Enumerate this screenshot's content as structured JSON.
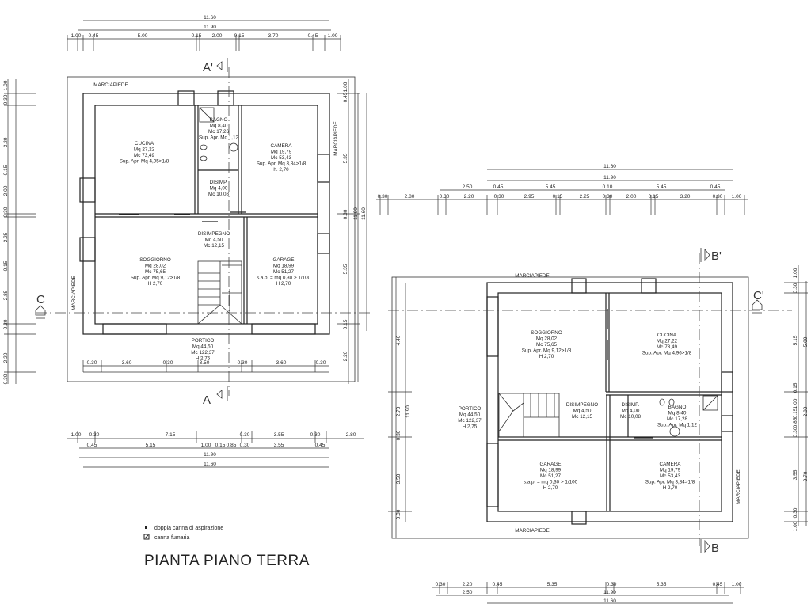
{
  "title": "PIANTA PIANO TERRA",
  "legend": [
    {
      "icon": "dot-icon",
      "label": "doppia canna di aspirazione"
    },
    {
      "icon": "square-flue-icon",
      "label": "canna fumaria"
    }
  ],
  "sections": {
    "a_top": "A'",
    "a_bottom": "A",
    "b_top": "B'",
    "b_bottom": "B",
    "c_left": "C",
    "c_right": "C'"
  },
  "left_plan": {
    "rooms": [
      {
        "id": "cucina",
        "lines": [
          "CUCINA",
          "Mq 27,22",
          "Mc 73,49",
          "Sup. Apr. Mq 4,95>1/8"
        ]
      },
      {
        "id": "bagno",
        "lines": [
          "BAGNO",
          "Mq 8,40",
          "Mc 17,26",
          "Sup. Apr. Mq 1,12"
        ]
      },
      {
        "id": "camera",
        "lines": [
          "CAMERA",
          "Mq 19,79",
          "Mc 53,43",
          "Sup. Apr. Mq 3,84>1/8",
          "h. 2,70"
        ]
      },
      {
        "id": "disimp",
        "lines": [
          "DISIMP.",
          "Mq 4,00",
          "Mc 10,08"
        ]
      },
      {
        "id": "disimpegno",
        "lines": [
          "DISIMPEGNO",
          "Mq 4,50",
          "Mc 12,15"
        ]
      },
      {
        "id": "soggiorno",
        "lines": [
          "SOGGIORNO",
          "Mq 28,02",
          "Mc 75,65",
          "Sup. Apr. Mq 9,12>1/8",
          "H 2,70"
        ]
      },
      {
        "id": "garage",
        "lines": [
          "GARAGE",
          "Mq 18,99",
          "Mc 51,27",
          "s.a.p. = mq 0,30 > 1/100",
          "H 2,70"
        ]
      },
      {
        "id": "portico",
        "lines": [
          "PORTICO",
          "Mq 44,50",
          "Mc 122,37",
          "H 2,75"
        ]
      }
    ],
    "marciapiede": "MARCIAPIEDE",
    "dims_top": [
      "11.60",
      "11.90",
      "1.00",
      "0.45",
      "5.00",
      "0.15",
      "2.00",
      "0.15",
      "3.70",
      "0.45",
      "1.00"
    ],
    "dims_left": [
      "1.00",
      "0.30",
      "3.20",
      "0.15",
      "2.00",
      "0.30",
      "2.25",
      "0.15",
      "2.85",
      "0.30",
      "2.20",
      "0.30"
    ],
    "dims_right": [
      "1.00",
      "0.45",
      "5.35",
      "0.30",
      "5.35",
      "0.15",
      "2.20",
      "11.60",
      "11.90"
    ],
    "dims_portico": [
      "0.30",
      "3.60",
      "0.30",
      "3.50",
      "0.30",
      "3.60",
      "0.30"
    ],
    "dims_bottom_1": [
      "1.00",
      "0.30",
      "7.15",
      "0.30",
      "3.55",
      "0.30",
      "2.80"
    ],
    "dims_bottom_2": [
      "0.45",
      "5.15",
      "1.00",
      "0.15",
      "0.85",
      "0.30",
      "3.55",
      "0.45"
    ],
    "dims_bottom_3": [
      "11.90",
      "11.60"
    ]
  },
  "right_plan": {
    "rooms": [
      {
        "id": "soggiorno",
        "lines": [
          "SOGGIORNO",
          "Mq 28,02",
          "Mc 75,65",
          "Sup. Apr. Mq 9,12>1/8",
          "H 2,70"
        ]
      },
      {
        "id": "cucina",
        "lines": [
          "CUCINA",
          "Mq 27,22",
          "Mc 73,49",
          "Sup. Apr. Mq 4,96>1/8"
        ]
      },
      {
        "id": "portico",
        "lines": [
          "PORTICO",
          "Mq 44,50",
          "Mc 122,37",
          "H 2,75"
        ]
      },
      {
        "id": "disimpegno",
        "lines": [
          "DISIMPEGNO",
          "Mq 4,50",
          "Mc 12,15"
        ]
      },
      {
        "id": "disimp",
        "lines": [
          "DISIMP.",
          "Mq 4,00",
          "Mc 10,08"
        ]
      },
      {
        "id": "bagno",
        "lines": [
          "BAGNO",
          "Mq 8,40",
          "Mc 17,28",
          "Sup. Apr. Mq 1,12"
        ]
      },
      {
        "id": "garage",
        "lines": [
          "GARAGE",
          "Mq 18,99",
          "Mc 51,27",
          "s.a.p. = mq 0,30 > 1/100",
          "H 2,70"
        ]
      },
      {
        "id": "camera",
        "lines": [
          "CAMERA",
          "Mq 19,79",
          "Mc 53,43",
          "Sup. Apr. Mq 3,84>1/8",
          "H 2,70"
        ]
      }
    ],
    "marciapiede": "MARCIAPIEDE",
    "dims_top_1": [
      "11.60"
    ],
    "dims_top_2": [
      "11.90"
    ],
    "dims_top_3": [
      "2.50",
      "0.45",
      "5.45",
      "0.10",
      "5.45",
      "0.45"
    ],
    "dims_top_4": [
      "0.30",
      "2.80",
      "0.30",
      "2.20",
      "0.30",
      "2.95",
      "0.15",
      "2.25",
      "0.30",
      "2.00",
      "0.15",
      "3.20",
      "0.30",
      "1.00"
    ],
    "dims_bottom_1": [
      "0.30",
      "2.20",
      "0.45",
      "5.35",
      "0.30",
      "5.35",
      "0.45",
      "1.00"
    ],
    "dims_bottom_2": [
      "2.50",
      "11.90"
    ],
    "dims_bottom_3": [
      "11.60"
    ],
    "dims_right_1": [
      "1.00",
      "0.30",
      "5.15",
      "0.15",
      "1.00",
      "0.15",
      "0.85",
      "0.30",
      "3.55",
      "0.30",
      "1.00"
    ],
    "dims_right_2": [
      "5.00",
      "2.00",
      "3.70"
    ],
    "dims_left": [
      "4.40",
      "2.70",
      "0.30",
      "3.50",
      "0.30",
      "11.90"
    ]
  }
}
